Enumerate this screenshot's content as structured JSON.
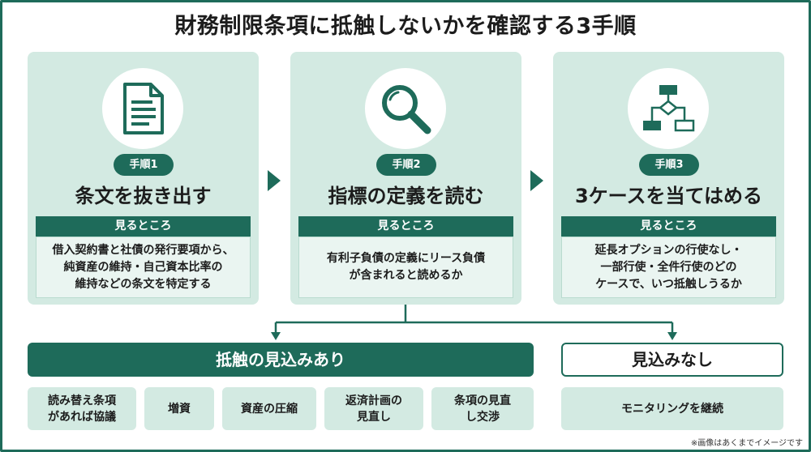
{
  "title": "財務制限条項に抵触しないかを確認する3手順",
  "steps": [
    {
      "badge": "手順1",
      "title": "条文を抜き出す",
      "look_label": "見るところ",
      "description": "借入契約書と社債の発行要項から、\n純資産の維持・自己資本比率の\n維持などの条文を特定する",
      "icon": "document-icon"
    },
    {
      "badge": "手順2",
      "title": "指標の定義を読む",
      "look_label": "見るところ",
      "description": "有利子負債の定義にリース負債\nが含まれると読めるか",
      "icon": "magnifier-icon"
    },
    {
      "badge": "手順3",
      "title": "3ケースを当てはめる",
      "look_label": "見るところ",
      "description": "延長オプションの行使なし・\n一部行使・全件行使のどの\nケースで、いつ抵触しうるか",
      "icon": "flowchart-icon"
    }
  ],
  "outcomes": {
    "risk": {
      "label": "抵触の見込みあり",
      "actions": [
        "読み替え条項\nがあれば協議",
        "増資",
        "資産の圧縮",
        "返済計画の\n見直し",
        "条項の見直\nし交渉"
      ]
    },
    "safe": {
      "label": "見込みなし",
      "actions": [
        "モニタリングを継続"
      ]
    }
  },
  "note": "※画像はあくまでイメージです",
  "colors": {
    "accent": "#1e6b5a",
    "panel": "#d3eae2",
    "panel_light": "#eaf5f1"
  }
}
